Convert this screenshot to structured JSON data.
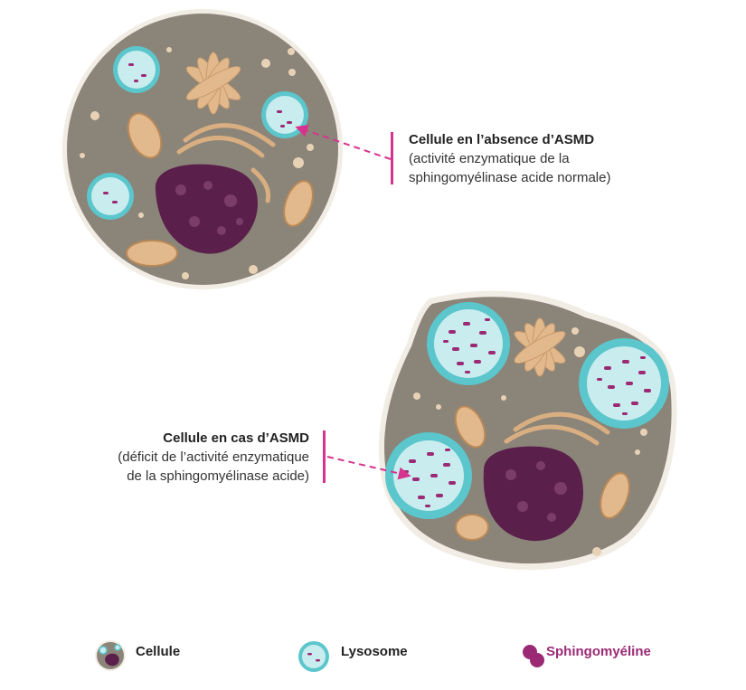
{
  "callouts": {
    "normal": {
      "title": "Cellule en l’absence d’ASMD",
      "line1": "(activité enzymatique de la",
      "line2": "sphingomyélinase acide normale)"
    },
    "asmd": {
      "title": "Cellule en cas d’ASMD",
      "line1": "(déficit de l’activité enzymatique",
      "line2": "de la sphingomyélinase acide)"
    }
  },
  "legend": {
    "cell": "Cellule",
    "lysosome": "Lysosome",
    "sphingomyelin": "Sphingomyéline"
  },
  "colors": {
    "cytoplasm": "#8b8479",
    "membrane": "#f1ece4",
    "nucleus": "#5a1f4a",
    "lysosome": "#5bc6cc",
    "lysosome_fill": "#c9ecee",
    "sphingomyelin": "#9b2a74",
    "organelle": "#e2b98c",
    "accent": "#d6338f"
  }
}
